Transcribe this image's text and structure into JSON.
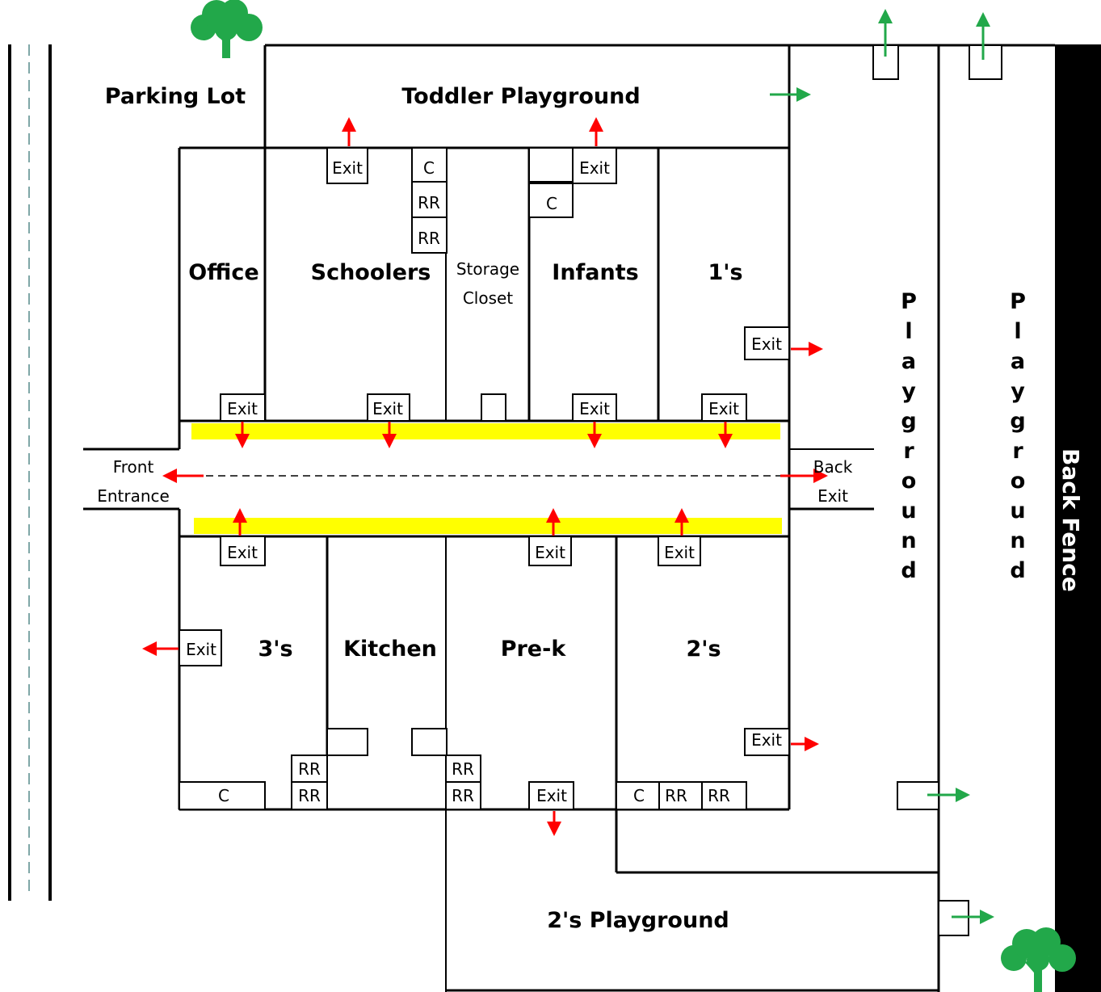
{
  "labels": {
    "parking_lot": "Parking Lot",
    "toddler_playground": "Toddler Playground",
    "office": "Office",
    "schoolers": "Schoolers",
    "storage_line1": "Storage",
    "storage_line2": "Closet",
    "infants": "Infants",
    "ones": "1's",
    "front_line1": "Front",
    "front_line2": "Entrance",
    "back_line1": "Back",
    "back_line2": "Exit",
    "threes": "3's",
    "kitchen": "Kitchen",
    "prek": "Pre-k",
    "twos": "2's",
    "twos_playground": "2's Playground",
    "playground_vertical": "Playground",
    "back_fence": "Back Fence"
  },
  "box_labels": {
    "exit": "Exit",
    "closet": "C",
    "restroom": "RR"
  },
  "colors": {
    "exit_arrow": "#ff0000",
    "playground_arrow": "#22a84a",
    "hallway_highlight": "#ffff00",
    "tree": "#22a84a",
    "tree_trunk": "#22a84a",
    "fence": "#000000",
    "road_dash": "#7fa7a7"
  },
  "icons": [
    "tree-icon",
    "exit-arrow-icon",
    "playground-exit-arrow-icon"
  ]
}
